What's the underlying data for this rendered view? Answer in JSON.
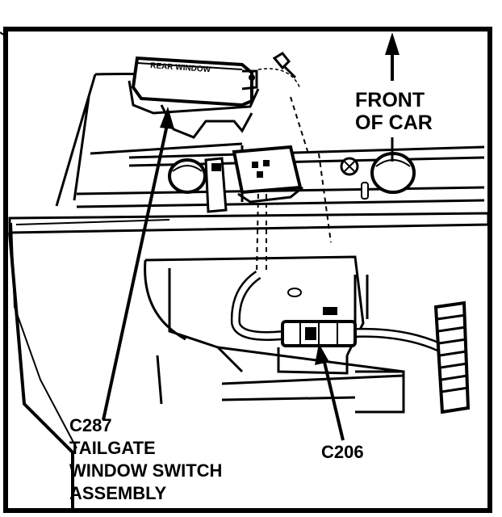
{
  "labels": {
    "front_line1": "FRONT",
    "front_line2": "OF CAR",
    "c287": "C287",
    "tailgate_line1": "TAILGATE",
    "tailgate_line2": "WINDOW SWITCH",
    "tailgate_line3": "ASSEMBLY",
    "c206": "C206",
    "switch_face": "REAR WINDOW"
  },
  "colors": {
    "ink": "#000000",
    "paper": "#ffffff"
  }
}
